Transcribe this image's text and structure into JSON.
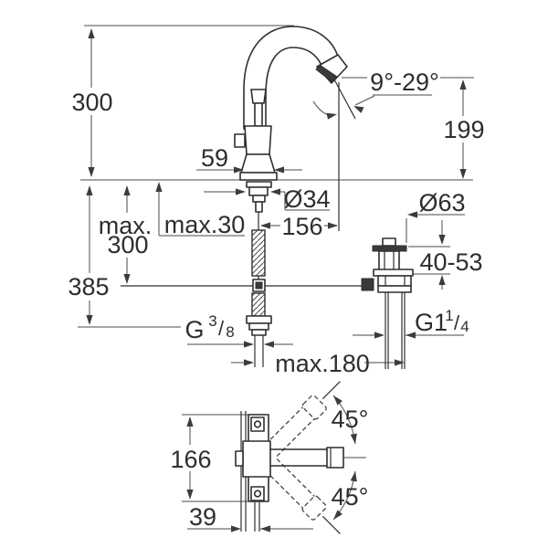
{
  "colors": {
    "background": "#ffffff",
    "object_line": "#2f2f2f",
    "dimension_line": "#6e6e6e",
    "text": "#2e2e2e",
    "dark_fill": "#3a3a3a"
  },
  "labels": {
    "height_above_deck": "300",
    "total_height": "385",
    "hose_length_line1": "max.",
    "hose_length_line2": "300",
    "deck_thickness": "max.30",
    "body_width": "59",
    "hole_diameter": "Ø34",
    "spout_projection": "156",
    "aerator_angle_range": "9°-29°",
    "outlet_height": "199",
    "drain_flange_diameter": "Ø63",
    "basin_clamp_range": "40-53",
    "supply_thread_prefix": "G",
    "supply_thread_numerator": "3",
    "supply_thread_slash": "/",
    "supply_thread_denominator": "8",
    "drain_thread_prefix": "G1",
    "drain_thread_numerator": "1",
    "drain_thread_slash": "/",
    "drain_thread_denominator": "4",
    "drain_distance": "max.180",
    "plate_height": "166",
    "swivel_angle_upper": "45°",
    "swivel_angle_lower": "45°",
    "pipe_span": "39"
  }
}
